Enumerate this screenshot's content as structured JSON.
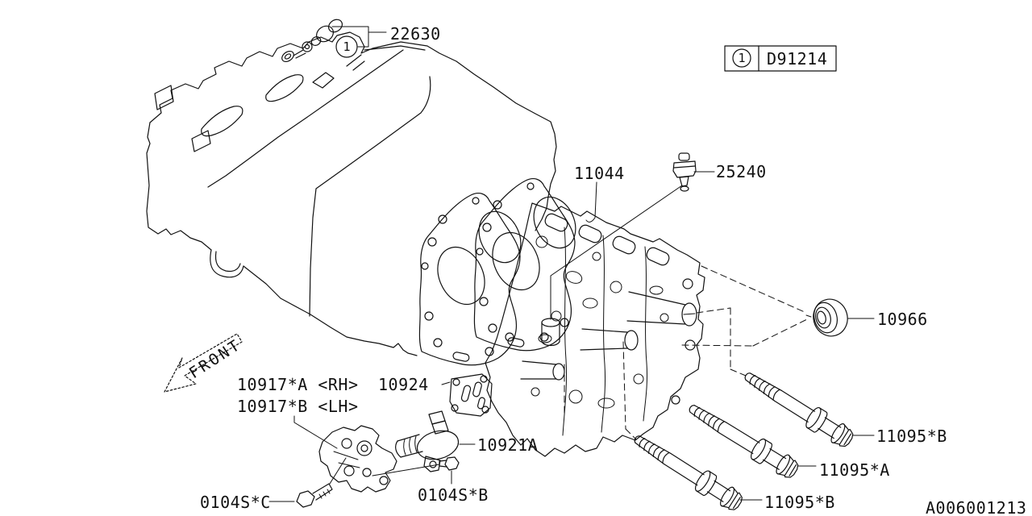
{
  "doc": {
    "drawing_no": "A006001213",
    "front_label": "FRONT"
  },
  "legend": {
    "callout_index": "1",
    "code": "D91214"
  },
  "callout": {
    "index": "1"
  },
  "labels": {
    "cam_sensor": "22630",
    "gasket": "11044",
    "oil_switch": "25240",
    "grommet": "10966",
    "bracket_rh": "10917*A <RH>",
    "bracket_lh": "10917*B <LH>",
    "plate": "10924",
    "ocv": "10921A",
    "bolt_c": "0104S*C",
    "bolt_b": "0104S*B",
    "head_bolt_top": "11095*B",
    "head_bolt_mid": "11095*A",
    "head_bolt_bottom": "11095*B"
  }
}
